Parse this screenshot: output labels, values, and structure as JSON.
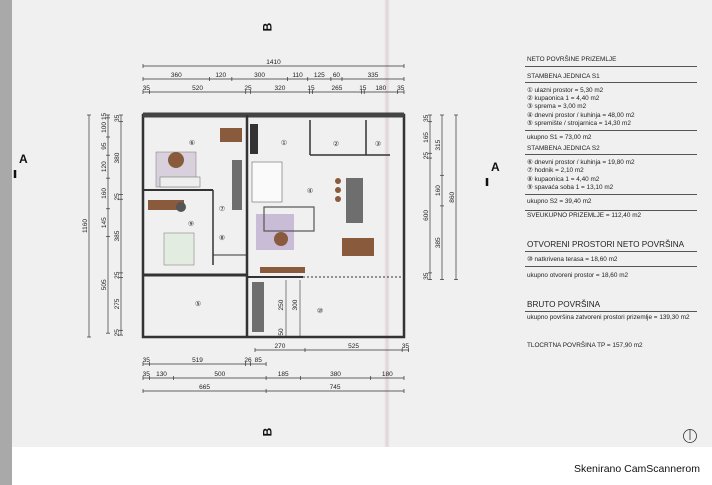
{
  "legend": {
    "title": "NETO POVRŠINE PRIZEMLJE",
    "s1": {
      "heading": "STAMBENA JEDNICA S1",
      "items": [
        "① ulazni prostor = 5,30 m2",
        "② kupaonica 1 = 4,40 m2",
        "③ sprema = 3,00 m2",
        "④ dnevni prostor / kuhinja = 48,00 m2",
        "⑤ spremište / strojarnica = 14,30 m2"
      ],
      "total": "ukupno S1 = 73,00 m2"
    },
    "s2": {
      "heading": "STAMBENA JEDNICA S2",
      "items": [
        "⑥ dnevni prostor / kuhinja = 19,80 m2",
        "⑦ hodnik = 2,10 m2",
        "⑧ kupaonica 1 = 4,40 m2",
        "⑨ spavaća soba 1 = 13,10 m2"
      ],
      "total": "ukupno S2 = 39,40 m2"
    },
    "grand_total": "SVEUKUPNO PRIZEMLJE  =  112,40 m2",
    "open": {
      "heading": "OTVORENI PROSTORI NETO POVRŠINA",
      "item": "⑩ natkrivena terasa = 18,60 m2",
      "total": "ukupno otvoreni prostor = 18,60 m2"
    },
    "gross": {
      "heading": "BRUTO POVRŠINA",
      "item": "ukupno površina zatvoreni prostori prizemlje = 139,30 m2"
    },
    "footprint": "TLOCRTNA POVRŠINA  TP  =  157,90 m2"
  },
  "dimensions": {
    "top": [
      [
        1410
      ],
      [
        360,
        120,
        300,
        110,
        125,
        60,
        335
      ],
      [
        35,
        520,
        25,
        320,
        15,
        265,
        15,
        180,
        35
      ]
    ],
    "bottom": [
      [
        270,
        525,
        35
      ],
      [
        35,
        519,
        26,
        85
      ],
      [
        35,
        130,
        500,
        185,
        380,
        180
      ],
      [
        665,
        745
      ]
    ],
    "left_overall": [
      1160
    ],
    "left": [
      [
        15,
        100,
        95,
        120,
        160,
        145,
        505
      ],
      [
        35,
        380,
        25,
        385,
        25,
        275,
        25
      ]
    ],
    "right": [
      [
        35,
        165,
        25,
        600,
        35
      ],
      [
        315,
        160,
        385
      ],
      [
        860
      ]
    ],
    "terrace": [
      "250",
      "300",
      "50"
    ]
  },
  "rooms": [
    "①",
    "②",
    "③",
    "④",
    "⑤",
    "⑥",
    "⑦",
    "⑧",
    "⑨",
    "⑩"
  ],
  "sections": {
    "a_left": "A",
    "a_right": "A",
    "b_top": "B",
    "b_bottom": "B"
  },
  "footer": "Skenirano CamScannerom",
  "colors": {
    "wood": "#8a5a3c",
    "rug": "#c9bcd6",
    "dark": "#333333",
    "counter": "#6e6e6e"
  }
}
